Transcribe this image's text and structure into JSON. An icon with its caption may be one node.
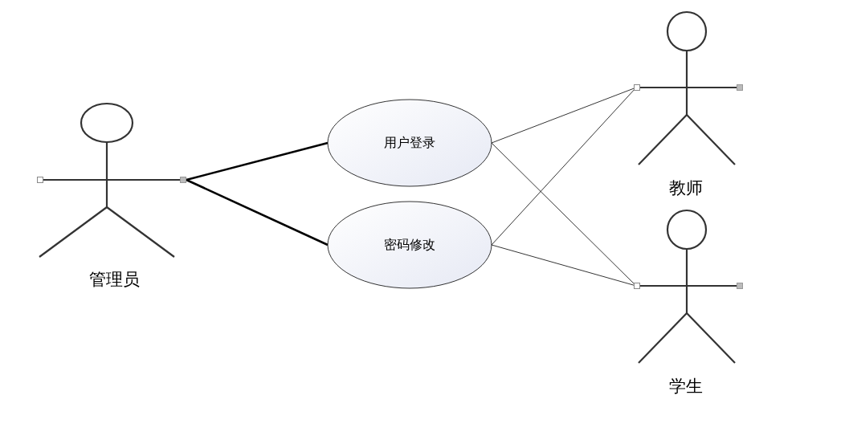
{
  "diagram": {
    "nodes": [
      {
        "text": [
          "管理员"
        ]
      },
      {
        "text": [
          "用户登录"
        ]
      },
      {
        "text": [
          "密码修改"
        ]
      },
      {
        "text": [
          "教师"
        ]
      },
      {
        "text": [
          "学生"
        ]
      }
    ],
    "edges": [
      {
        "from": 0,
        "to": 1,
        "arrow": "none",
        "style": "thick"
      },
      {
        "from": 0,
        "to": 2,
        "arrow": "none",
        "style": "thick"
      },
      {
        "from": 1,
        "to": 3,
        "arrow": "none"
      },
      {
        "from": 1,
        "to": 4,
        "arrow": "none"
      },
      {
        "from": 2,
        "to": 3,
        "arrow": "none"
      },
      {
        "from": 2,
        "to": 4,
        "arrow": "none"
      }
    ]
  }
}
